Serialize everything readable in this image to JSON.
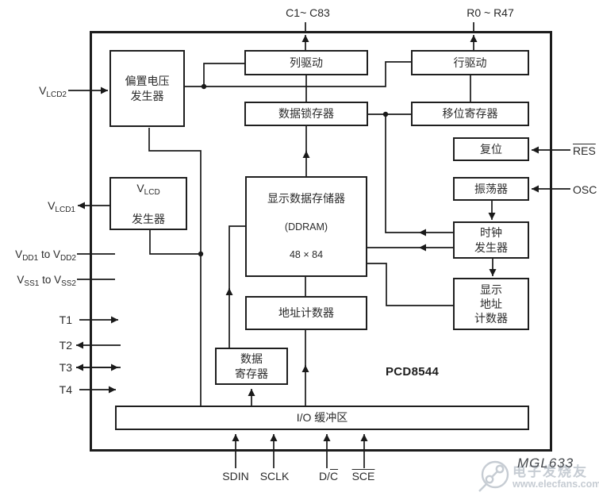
{
  "blocks": {
    "bias_generator": {
      "label": "偏置电压\n发生器"
    },
    "column_driver": {
      "label": "列驱动"
    },
    "row_driver": {
      "label": "行驱动"
    },
    "data_latch": {
      "label": "数据锁存器"
    },
    "shift_register": {
      "label": "移位寄存器"
    },
    "reset": {
      "label": "复位"
    },
    "oscillator": {
      "label": "振荡器"
    },
    "vlcd_generator": {
      "base": "V",
      "sub": "LCD",
      "line2": "发生器"
    },
    "clock_generator": {
      "label": "时钟\n发生器"
    },
    "ddram": {
      "line1": "显示数据存储器",
      "line2": "(DDRAM)",
      "line3": "48 × 84"
    },
    "display_addr_counter": {
      "label": "显示\n地址\n计数器"
    },
    "address_counter": {
      "label": "地址计数器"
    },
    "data_register": {
      "label": "数据\n寄存器"
    },
    "io_buffer": {
      "label": "I/O 缓冲区"
    }
  },
  "pins": {
    "col_outputs": "C1~ C83",
    "row_outputs": "R0 ~ R47",
    "vlcd2": {
      "base": "V",
      "sub": "LCD2"
    },
    "vlcd1": {
      "base": "V",
      "sub": "LCD1"
    },
    "vdd": {
      "b1": "V",
      "s1": "DD1",
      "mid": " to ",
      "b2": "V",
      "s2": "DD2"
    },
    "vss": {
      "b1": "V",
      "s1": "SS1",
      "mid": " to ",
      "b2": "V",
      "s2": "SS2"
    },
    "t1": "T1",
    "t2": "T2",
    "t3": "T3",
    "t4": "T4",
    "res": "RES",
    "osc": "OSC",
    "sdin": "SDIN",
    "sclk": "SCLK",
    "dc": {
      "pre": "D/",
      "over": "C"
    },
    "sce": "SCE"
  },
  "chip_label": "PCD8544",
  "figure_code": "MGL633",
  "watermark": {
    "brand": "电子发烧友",
    "url": "www.elecfans.com"
  },
  "colors": {
    "line": "#1a1a1a",
    "text": "#2a2a2a",
    "watermark": "#c6ccd3"
  }
}
